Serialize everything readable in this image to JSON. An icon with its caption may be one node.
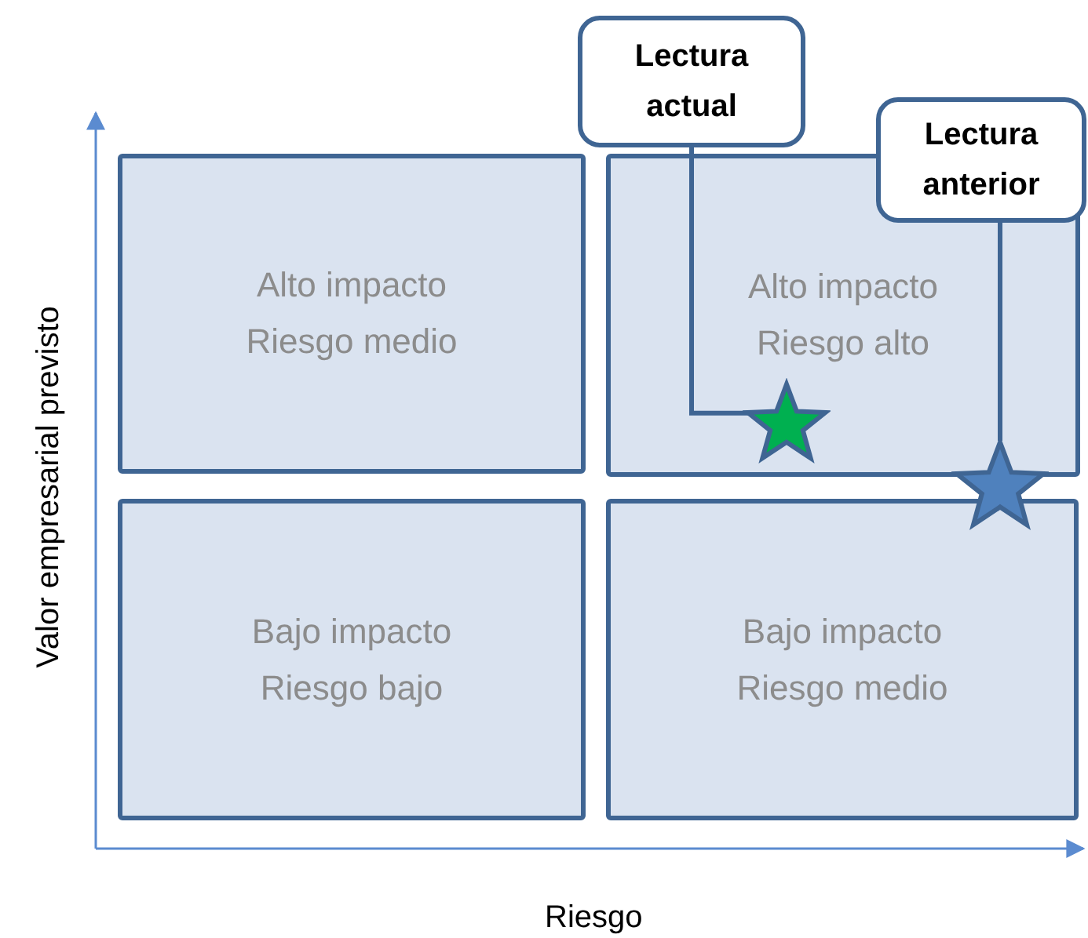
{
  "diagram": {
    "nodes": [
      {
        "text": [
          "Lectura actual"
        ]
      },
      {
        "text": [
          "Lectura anterior"
        ]
      },
      {
        "text": [
          "Alto impacto Riesgo medio"
        ]
      },
      {
        "text": [
          "Alto impacto Riesgo alto"
        ]
      },
      {
        "text": [],
        "shape": "star",
        "in": 3
      },
      {
        "text": [],
        "shape": "star"
      },
      {
        "text": [
          "Bajo impacto Riesgo bajo"
        ]
      },
      {
        "text": [
          "Bajo impacto Riesgo medio"
        ]
      }
    ],
    "edges": [
      {
        "from": 0,
        "to": 4,
        "arrow": "none"
      },
      {
        "from": 1,
        "to": 5,
        "arrow": "none"
      }
    ],
    "labels": [
      "Valor empresarial previsto",
      "Riesgo"
    ]
  }
}
